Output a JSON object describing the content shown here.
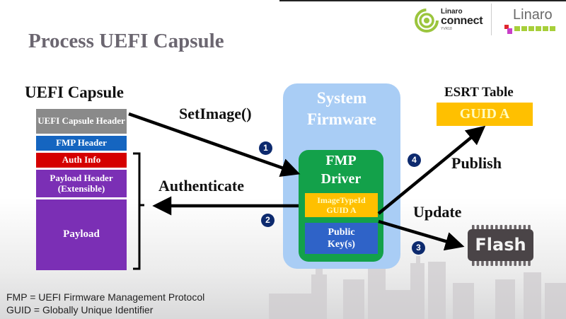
{
  "slide": {
    "title": "Process UEFI Capsule",
    "logos": {
      "connect": {
        "line1": "Linaro",
        "line2": "connect",
        "line3": "YVR18"
      },
      "linaro": {
        "text": "Linaro"
      }
    }
  },
  "capsule": {
    "heading": "UEFI Capsule",
    "blocks": [
      {
        "label": "UEFI Capsule Header",
        "color": "#8a8a8a"
      },
      {
        "label": "FMP Header",
        "color": "#1565c0"
      },
      {
        "label": "Auth Info",
        "color": "#d50000"
      },
      {
        "label": "Payload Header (Extensible)",
        "color": "#7b2fb5"
      },
      {
        "label": "Payload",
        "color": "#7b2fb5"
      }
    ]
  },
  "system_firmware": {
    "label": "System Firmware",
    "fmp_driver": {
      "label": "FMP Driver",
      "image_type_id": {
        "line1": "ImageTypeId",
        "line2": "GUID A"
      },
      "public_keys": {
        "line1": "Public",
        "line2": "Key(s)"
      }
    }
  },
  "flows": [
    {
      "step": "1",
      "label": "SetImage()"
    },
    {
      "step": "2",
      "label": "Authenticate"
    },
    {
      "step": "3",
      "label": "Update"
    },
    {
      "step": "4",
      "label": "Publish"
    }
  ],
  "esrt": {
    "heading": "ESRT Table",
    "entry": "GUID A"
  },
  "flash": {
    "label": "Flash"
  },
  "footnotes": [
    "FMP = UEFI Firmware Management Protocol",
    "GUID = Globally Unique Identifier"
  ],
  "colors": {
    "system_firmware": "#a9cdf5",
    "fmp_driver": "#13a14a",
    "guid_box": "#ffc000",
    "public_key": "#2f63c8",
    "step_badge": "#0d2a6e",
    "flash_chip": "#4a4447"
  }
}
